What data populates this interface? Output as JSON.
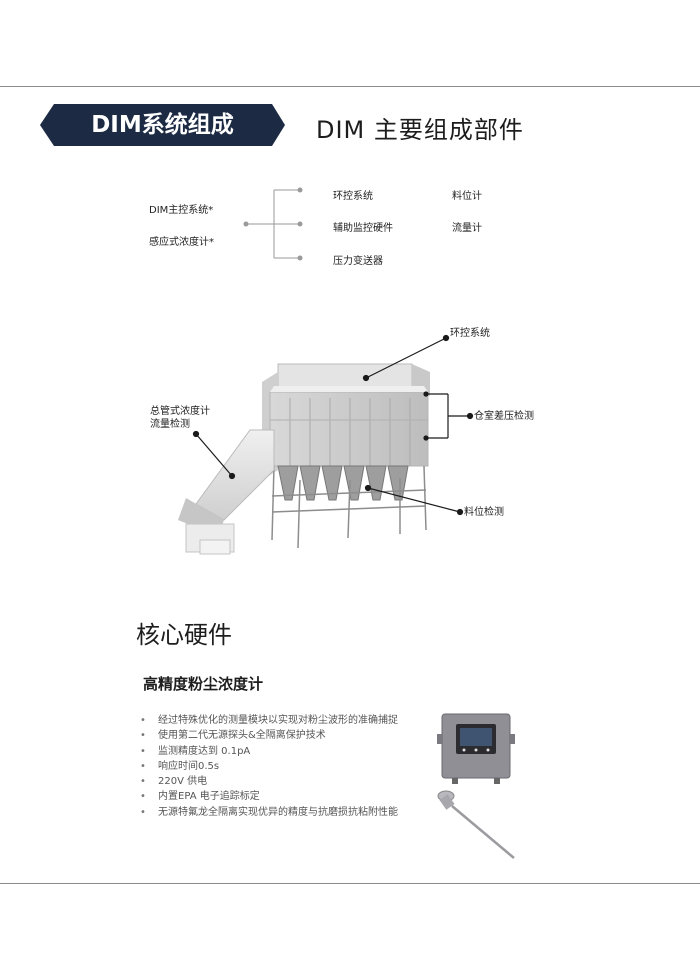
{
  "section1": {
    "badge": "DIM系统组成",
    "title": "DIM 主要组成部件",
    "left_items": [
      "DIM主控系统*",
      "感应式浓度计*"
    ],
    "mid_items": [
      "环控系统",
      "辅助监控硬件",
      "压力变送器"
    ],
    "right_items": [
      "料位计",
      "流量计"
    ]
  },
  "illustration": {
    "callouts": {
      "top": "环控系统",
      "left_line1": "总管式浓度计",
      "left_line2": "流量检测",
      "right": "仓室差压检测",
      "bottom": "料位检测"
    }
  },
  "section2": {
    "title": "核心硬件",
    "subtitle": "高精度粉尘浓度计",
    "features": [
      "经过特殊优化的测量模块以实现对粉尘波形的准确捕捉",
      "使用第二代无源探头&全隔离保护技术",
      "监测精度达到 0.1pA",
      "响应时间0.5s",
      "220V 供电",
      "内置EPA 电子追踪标定",
      "无源特氟龙全隔离实现优异的精度与抗磨损抗粘附性能"
    ]
  },
  "colors": {
    "badge": "#1c2a44",
    "rule": "#8a8a8a"
  }
}
